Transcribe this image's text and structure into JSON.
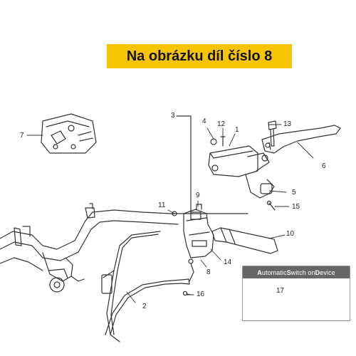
{
  "banner": {
    "text": "Na obrázku díl číslo 8",
    "color": "#f7c500"
  },
  "callouts": {
    "c1": "1",
    "c2": "2",
    "c3": "3",
    "c4": "4",
    "c5": "5",
    "c6": "6",
    "c7": "7",
    "c8": "8",
    "c9": "9",
    "c10": "10",
    "c11": "11",
    "c12": "12",
    "c13": "13",
    "c14": "14",
    "c15": "15",
    "c16": "16",
    "c17": "17"
  },
  "asd_box": {
    "title_parts": [
      "A",
      "utomatic ",
      "S",
      "witch on ",
      "D",
      "evice"
    ],
    "title_bg": "#666666"
  }
}
